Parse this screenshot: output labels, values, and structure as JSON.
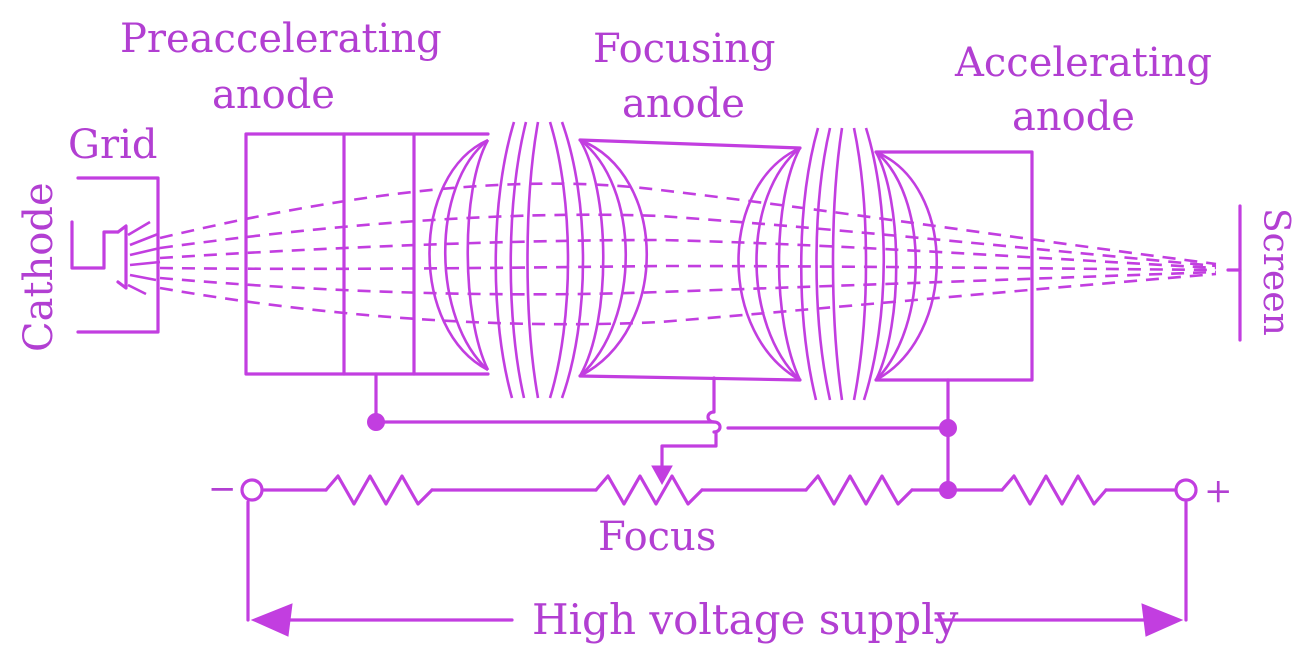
{
  "labels": {
    "preaccel_line1": "Preaccelerating",
    "preaccel_line2": "anode",
    "focusing_line1": "Focusing",
    "focusing_line2": "anode",
    "accel_line1": "Accelerating",
    "accel_line2": "anode",
    "grid": "Grid",
    "cathode": "Cathode",
    "screen": "Screen",
    "focus": "Focus",
    "supply": "High voltage supply",
    "minus": "−",
    "plus": "+"
  },
  "colors": {
    "ink": "#c23ee0",
    "text": "#b23fd2"
  }
}
